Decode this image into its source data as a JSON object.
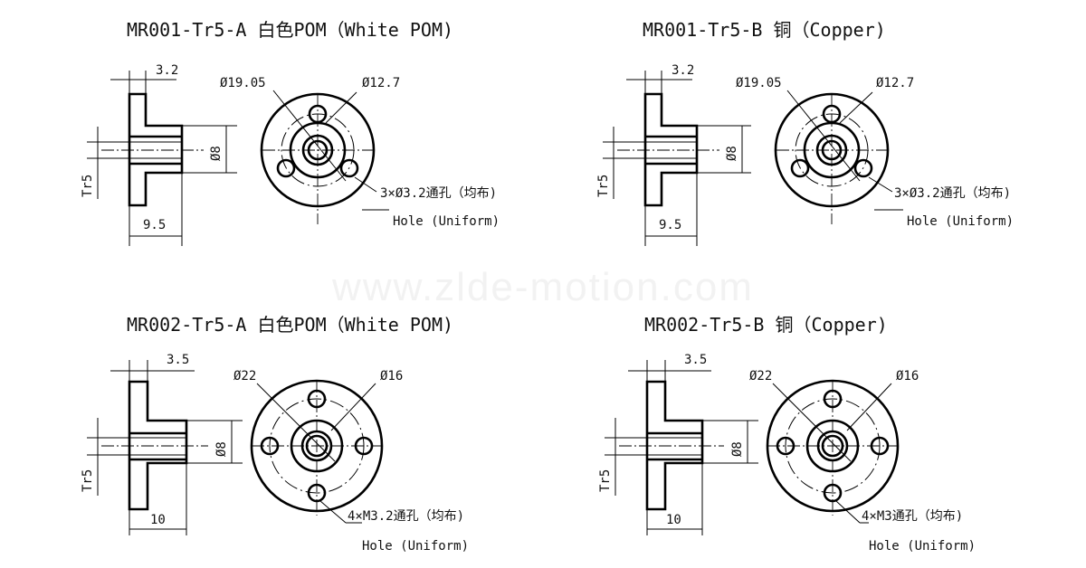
{
  "watermark": "www.zlde-motion.com",
  "panels": [
    {
      "title": "MR001-Tr5-A 白色POM（White POM)",
      "flange_thickness": "3.2",
      "length": "9.5",
      "bore": "Ø8",
      "thread": "Tr5",
      "outer_diameter": "Ø19.05",
      "pcd": "Ø12.7",
      "hole_note": "3×Ø3.2通孔（均布)",
      "hole_note_en": "Hole (Uniform)"
    },
    {
      "title": "MR001-Tr5-B 铜（Copper)",
      "flange_thickness": "3.2",
      "length": "9.5",
      "bore": "Ø8",
      "thread": "Tr5",
      "outer_diameter": "Ø19.05",
      "pcd": "Ø12.7",
      "hole_note": "3×Ø3.2通孔（均布)",
      "hole_note_en": "Hole (Uniform)"
    },
    {
      "title": "MR002-Tr5-A 白色POM（White POM)",
      "flange_thickness": "3.5",
      "length": "10",
      "bore": "Ø8",
      "thread": "Tr5",
      "outer_diameter": "Ø22",
      "pcd": "Ø16",
      "hole_note": "4×M3.2通孔（均布)",
      "hole_note_en": "Hole (Uniform)"
    },
    {
      "title": "MR002-Tr5-B 铜（Copper)",
      "flange_thickness": "3.5",
      "length": "10",
      "bore": "Ø8",
      "thread": "Tr5",
      "outer_diameter": "Ø22",
      "pcd": "Ø16",
      "hole_note": "4×M3通孔（均布)",
      "hole_note_en": "Hole (Uniform)"
    }
  ]
}
